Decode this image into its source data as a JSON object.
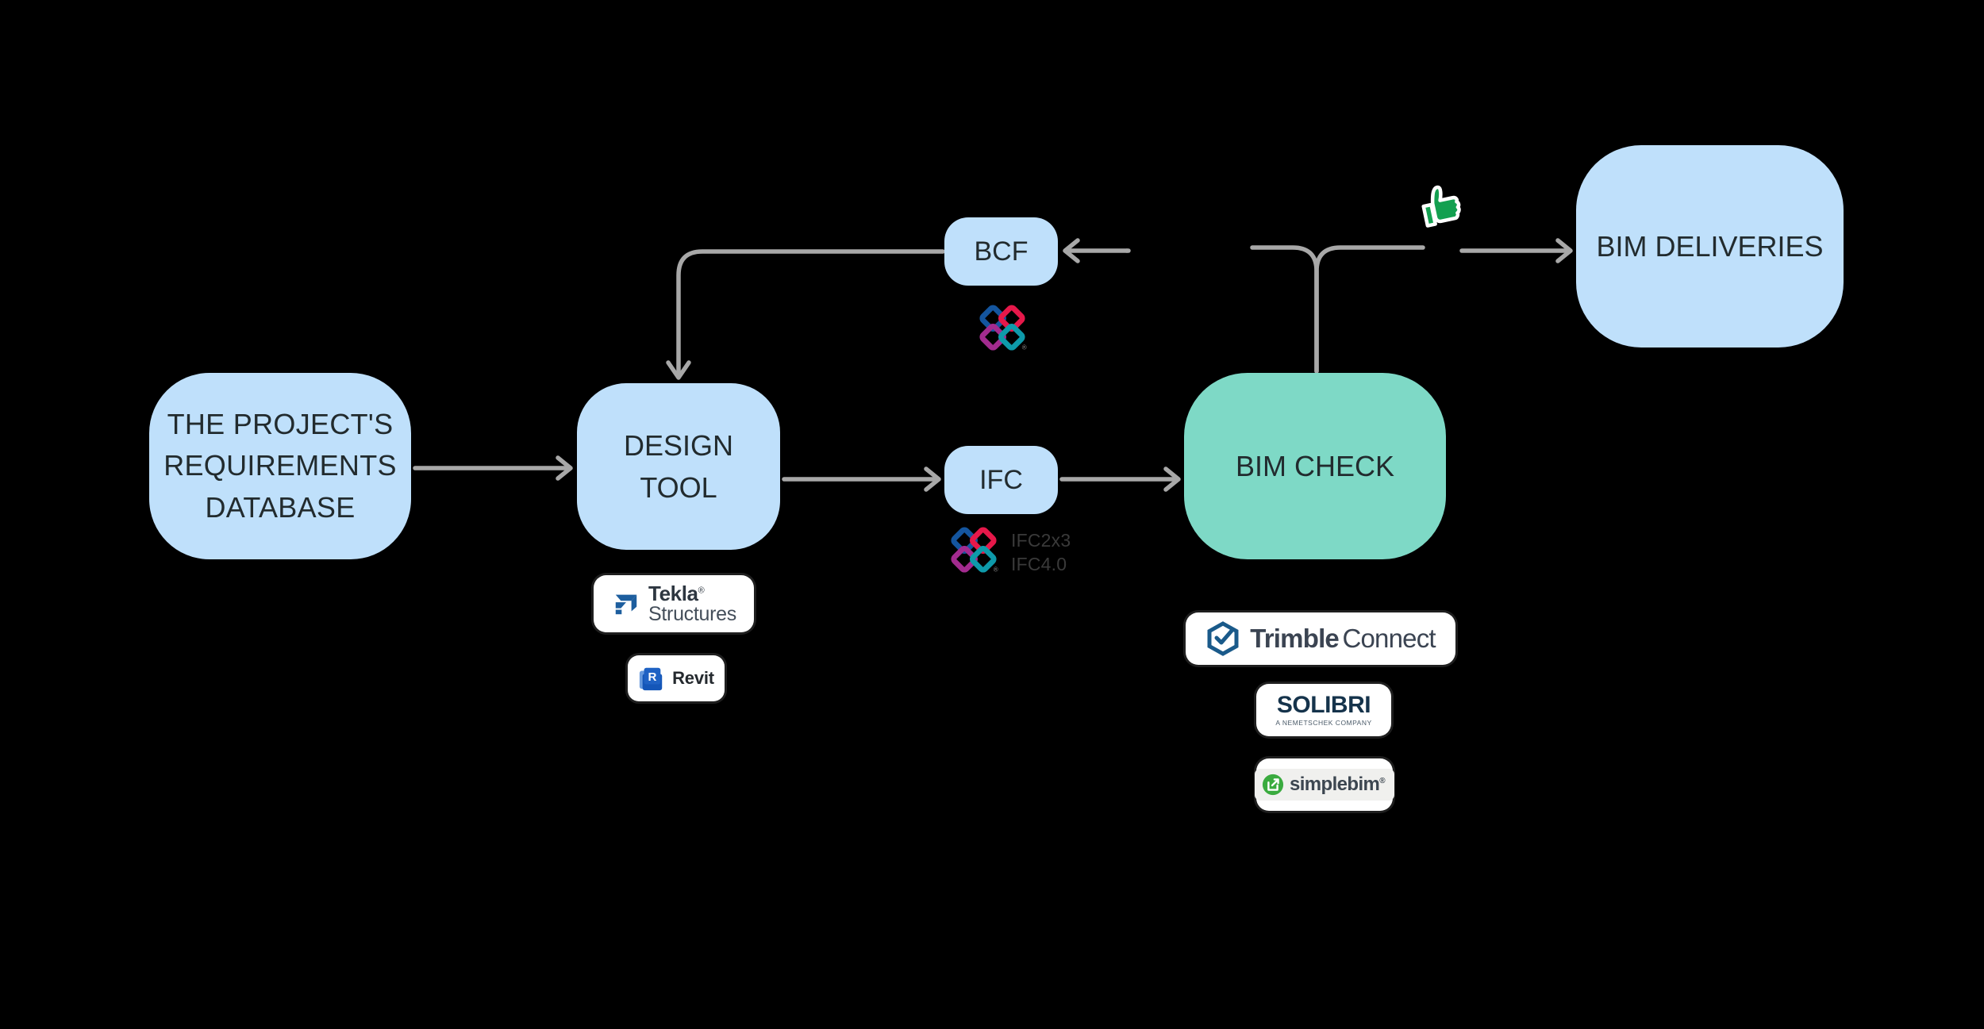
{
  "diagram": {
    "title": "BIM process flow",
    "background_color": "#000000",
    "node_blue": "#bfe0fb",
    "node_teal": "#7ed9c6",
    "connector_color": "#a8a8a8",
    "text_color": "#222b2e"
  },
  "nodes": {
    "requirements": {
      "label": "THE PROJECT'S\nREQUIREMENTS\nDATABASE",
      "line1": "THE PROJECT'S",
      "line2": "REQUIREMENTS",
      "line3": "DATABASE",
      "color": "#bfe0fb"
    },
    "design_tool": {
      "line1": "DESIGN",
      "line2": "TOOL",
      "color": "#bfe0fb"
    },
    "ifc": {
      "label": "IFC",
      "color": "#bfe0fb"
    },
    "bcf": {
      "label": "BCF",
      "color": "#bfe0fb"
    },
    "bim_check": {
      "label": "BIM CHECK",
      "color": "#7ed9c6"
    },
    "bim_deliveries": {
      "label": "BIM DELIVERIES",
      "color": "#bfe0fb"
    }
  },
  "annotations": {
    "ifc_versions": {
      "line1": "IFC2x3",
      "line2": "IFC4.0"
    },
    "thumbs_up": {
      "icon": "thumbs-up-icon",
      "color": "#13a050"
    }
  },
  "logos": {
    "design_tool": [
      {
        "id": "tekla",
        "word1": "Tekla",
        "registered": "®",
        "word2": "Structures",
        "icon": "tekla-icon",
        "icon_color": "#1d5e9e"
      },
      {
        "id": "revit",
        "word1": "Revit",
        "icon": "revit-icon",
        "icon_color": "#1f62c4"
      }
    ],
    "bim_check": [
      {
        "id": "trimble-connect",
        "word1": "Trimble",
        "word2": "Connect",
        "icon": "trimble-icon",
        "icon_color": "#1a5a8a"
      },
      {
        "id": "solibri",
        "word1": "SOLIBRI",
        "tagline": "A NEMETSCHEK COMPANY",
        "color": "#15334b"
      },
      {
        "id": "simplebim",
        "word1": "simplebim",
        "registered": "®",
        "icon": "simplebim-icon",
        "icon_color": "#3aab3f"
      }
    ],
    "standards": [
      {
        "id": "buildingsmart-bcf",
        "icon": "buildingsmart-icon"
      },
      {
        "id": "buildingsmart-ifc",
        "icon": "buildingsmart-icon"
      }
    ]
  },
  "connectors": [
    {
      "id": "requirements-to-design",
      "from": "requirements",
      "to": "design_tool",
      "direction": "right"
    },
    {
      "id": "design-to-ifc",
      "from": "design_tool",
      "to": "ifc",
      "direction": "right"
    },
    {
      "id": "ifc-to-bim-check",
      "from": "ifc",
      "to": "bim_check",
      "direction": "right"
    },
    {
      "id": "bim-check-to-split",
      "from": "bim_check",
      "to": "split",
      "direction": "up"
    },
    {
      "id": "split-to-bcf",
      "from": "split",
      "to": "bcf",
      "direction": "left"
    },
    {
      "id": "split-to-bim-deliveries",
      "from": "split",
      "to": "bim_deliveries",
      "direction": "right"
    },
    {
      "id": "bcf-to-design-tool",
      "from": "bcf",
      "to": "design_tool",
      "direction": "down"
    }
  ]
}
